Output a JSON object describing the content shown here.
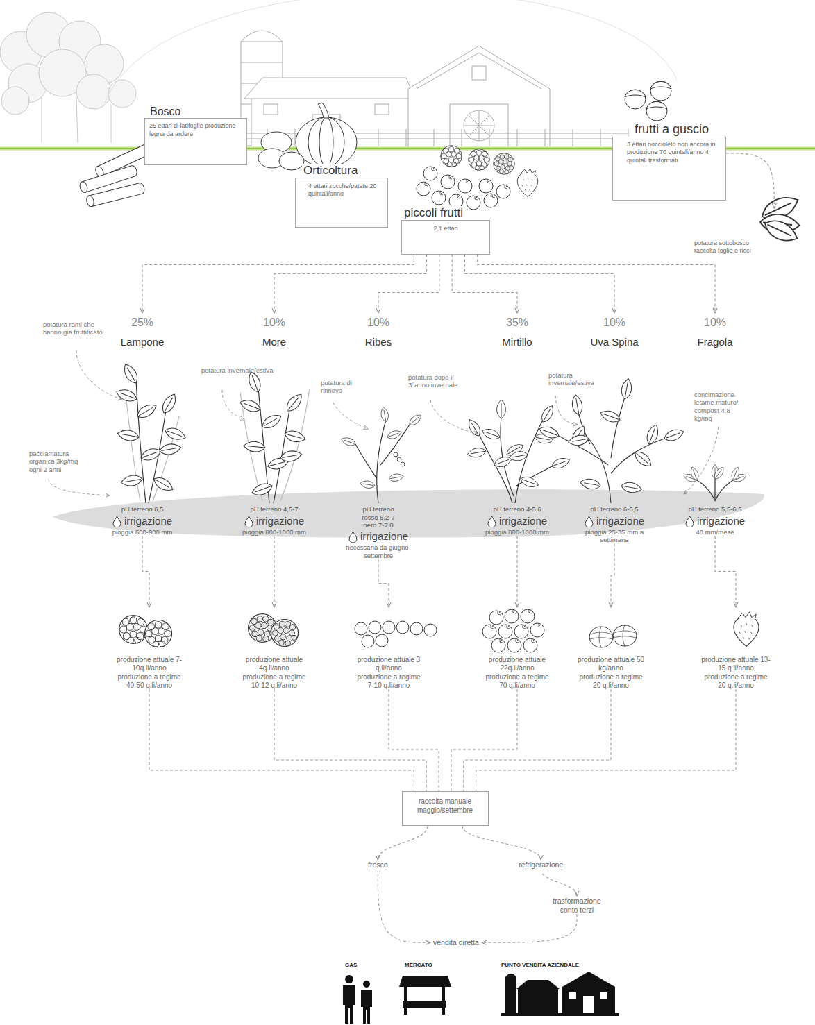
{
  "diagram": {
    "nodes": [
      {
        "text": [
          "Bosco",
          "25 ettari di latifoglie produzione legna da ardere"
        ]
      },
      {
        "text": [
          "Orticoltura",
          "4 ettari zucche/patate 20 quintali/anno"
        ]
      },
      {
        "text": [
          "frutti a guscio",
          "3 ettari noccioleto non ancora in produzione 70 quintali/anno 4 quintali trasformati"
        ]
      },
      {
        "text": [
          "piccoli frutti",
          "2,1 ettari"
        ]
      },
      {
        "text": [
          "potatura sottobosco raccolta foglie e ricci"
        ]
      },
      {
        "text": [
          "25%",
          "Lampone",
          "pH terreno 6,5",
          "irrigazione",
          "pioggia 600-900 mm"
        ]
      },
      {
        "text": [
          "10%",
          "More",
          "pH terreno 4,5-7",
          "irrigazione",
          "pioggia 800-1000 mm"
        ]
      },
      {
        "text": [
          "10%",
          "Ribes",
          "pH terreno rosso 6,2-7 nero 7-7,8",
          "irrigazione",
          "necessaria da giugno-settembre"
        ]
      },
      {
        "text": [
          "35%",
          "Mirtillo",
          "pH terreno 4-5,6",
          "irrigazione",
          "pioggia 800-1000 mm"
        ]
      },
      {
        "text": [
          "10%",
          "Uva Spina",
          "pH terreno 6-6,5",
          "irrigazione",
          "pioggia 25-35 mm a settimana"
        ]
      },
      {
        "text": [
          "10%",
          "Fragola",
          "pH terreno 5,5-6,5",
          "irrigazione",
          "40 mm/mese"
        ]
      },
      {
        "text": [
          "produzione attuale 7-10q.li/anno",
          "produzione a regime 40-50 q.li/anno"
        ]
      },
      {
        "text": [
          "produzione attuale 4q.li/anno",
          "produzione a regime 10-12 q.li/anno"
        ]
      },
      {
        "text": [
          "produzione attuale 3 q.li/anno",
          "produzione a regime 7-10 q.li/anno"
        ]
      },
      {
        "text": [
          "produzione attuale 22q.li/anno",
          "produzione a regime 70 q.li/anno"
        ]
      },
      {
        "text": [
          "produzione attuale 50 kg/anno",
          "produzione a regime 20 q.li/anno"
        ]
      },
      {
        "text": [
          "produzione attuale 13-15 q.li/anno",
          "produzione a regime 20 q.li/anno"
        ]
      },
      {
        "text": [
          "raccolta manuale maggio/settembre"
        ]
      },
      {
        "text": [
          "fresco"
        ]
      },
      {
        "text": [
          "refrigerazione"
        ]
      },
      {
        "text": [
          "trasformazione conto terzi"
        ]
      },
      {
        "text": [
          "vendita diretta"
        ]
      }
    ],
    "edges": [
      {
        "from": 2,
        "to": 4,
        "arrow": "to"
      },
      {
        "from": 3,
        "to": 5,
        "arrow": "to"
      },
      {
        "from": 3,
        "to": 6,
        "arrow": "to"
      },
      {
        "from": 3,
        "to": 7,
        "arrow": "to"
      },
      {
        "from": 3,
        "to": 8,
        "arrow": "to"
      },
      {
        "from": 3,
        "to": 9,
        "arrow": "to"
      },
      {
        "from": 3,
        "to": 10,
        "arrow": "to"
      },
      {
        "from": 5,
        "to": 11,
        "arrow": "to"
      },
      {
        "from": 6,
        "to": 12,
        "arrow": "to"
      },
      {
        "from": 7,
        "to": 13,
        "arrow": "to"
      },
      {
        "from": 8,
        "to": 14,
        "arrow": "to"
      },
      {
        "from": 9,
        "to": 15,
        "arrow": "to"
      },
      {
        "from": 10,
        "to": 16,
        "arrow": "to"
      },
      {
        "from": 11,
        "to": 17,
        "arrow": "none"
      },
      {
        "from": 12,
        "to": 17,
        "arrow": "none"
      },
      {
        "from": 13,
        "to": 17,
        "arrow": "none"
      },
      {
        "from": 14,
        "to": 17,
        "arrow": "none"
      },
      {
        "from": 15,
        "to": 17,
        "arrow": "none"
      },
      {
        "from": 16,
        "to": 17,
        "arrow": "none"
      },
      {
        "from": 17,
        "to": 18,
        "arrow": "to"
      },
      {
        "from": 17,
        "to": 19,
        "arrow": "to"
      },
      {
        "from": 18,
        "to": 21,
        "arrow": "to"
      },
      {
        "from": 19,
        "to": 20,
        "arrow": "to"
      },
      {
        "from": 20,
        "to": 21,
        "arrow": "to"
      }
    ],
    "labels": [
      "potatura rami che hanno già fruttificato",
      "potatura invernale/estiva",
      "potatura di rinnovo",
      "potatura dopo il 3°anno invernale",
      "potatura invernale/estiva",
      "concimazione letame maturo/ compost 4.8 kg/mq",
      "pacciamatura organica 3kg/mq ogni 2 anni",
      "GAS",
      "MERCATO",
      "PUNTO VENDITA AZIENDALE"
    ]
  }
}
